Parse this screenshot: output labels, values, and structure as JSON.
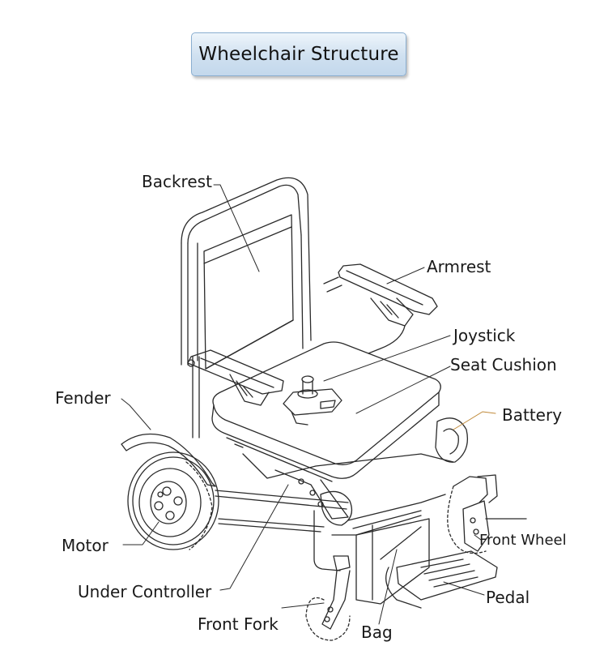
{
  "title": "Wheelchair Structure",
  "labels": {
    "backrest": "Backrest",
    "armrest": "Armrest",
    "joystick": "Joystick",
    "seat_cushion": "Seat Cushion",
    "fender": "Fender",
    "battery": "Battery",
    "motor": "Motor",
    "front_wheel": "Front Wheel",
    "under_controller": "Under Controller",
    "pedal": "Pedal",
    "front_fork": "Front Fork",
    "bag": "Bag"
  },
  "colors": {
    "line": "#2a2a2a",
    "title_bg": "#cfe0f0",
    "title_border": "#8aaed0",
    "battery_leader": "#c08a3a"
  }
}
